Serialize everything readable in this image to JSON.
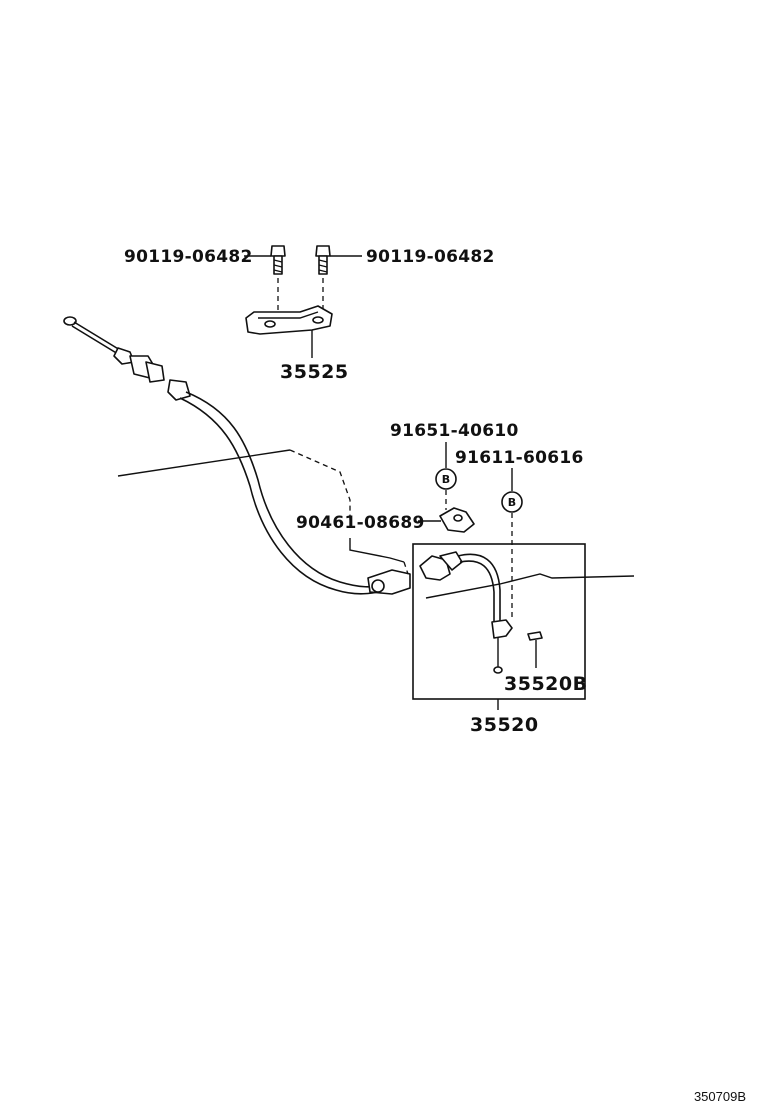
{
  "parts": {
    "bolt_left": "90119-06482",
    "bolt_right": "90119-06482",
    "bracket": "35525",
    "screw_1": "91651-40610",
    "screw_2": "91611-60616",
    "clamp": "90461-08689",
    "cable_sub": "35520B",
    "cable_assy": "35520"
  },
  "callout_letter": "B",
  "diagram_code": "350709B"
}
